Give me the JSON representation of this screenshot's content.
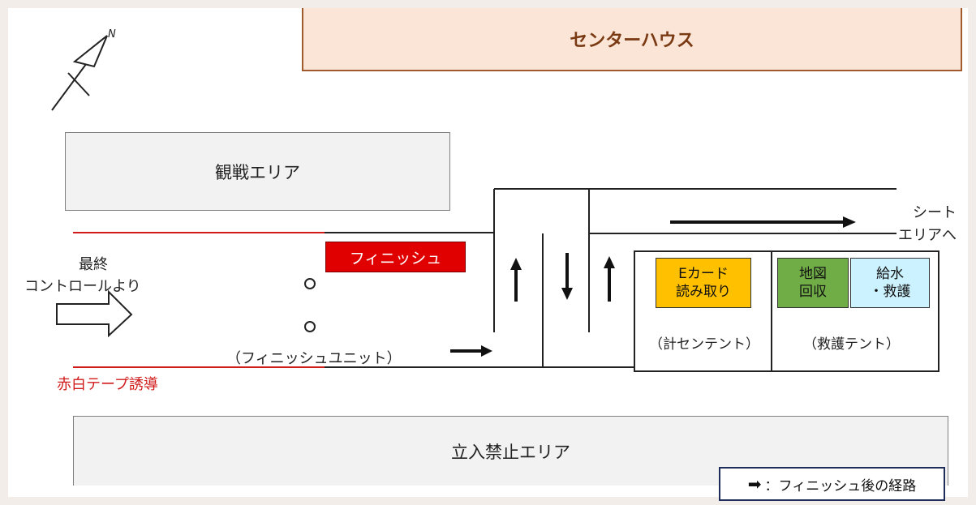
{
  "center_house": "センターハウス",
  "spectator_area": "観戦エリア",
  "restricted_area": "立入禁止エリア",
  "finish_label": "フィニッシュ",
  "from_last_control_line1": "最終",
  "from_last_control_line2": "コントロールより",
  "finish_unit": "（フィニッシュユニット）",
  "tape_guide": "赤白テープ誘導",
  "to_sheet_area_line1": "シート",
  "to_sheet_area_line2": "エリアへ",
  "ecard_line1": "Eカード",
  "ecard_line2": "読み取り",
  "map_line1": "地図",
  "map_line2": "回収",
  "water_line1": "給水",
  "water_line2": "・救護",
  "timing_tent": "（計センテント）",
  "rescue_tent": "（救護テント）",
  "legend_text": "：フィニッシュ後の経路",
  "legend_arrow": "➡",
  "colors": {
    "finish_red": "#e00000",
    "tape_red": "#d11a1a",
    "ecard_orange": "#ffc000",
    "map_green": "#70ad47",
    "water_blue": "#ccf2ff",
    "center_house_fill": "#fbe5d6"
  }
}
